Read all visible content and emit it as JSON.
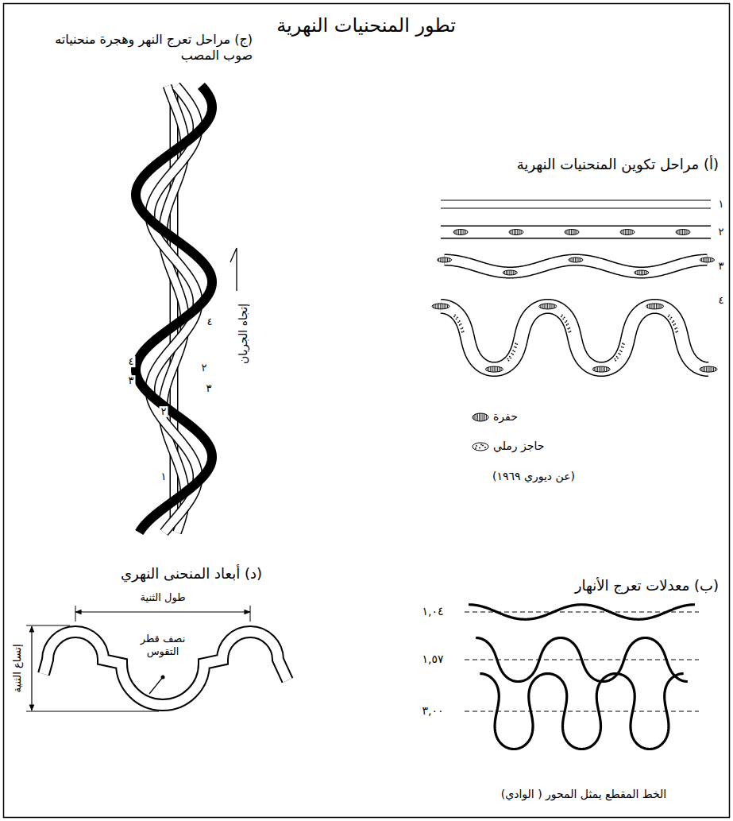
{
  "diagram": {
    "title": "تطور المنحنيات النهرية",
    "labels": [
      "(ج) مراحل تعرج النهر وهجرة منحنياته صوب المصب",
      "(أ) مراحل تكوين المنحنيات النهرية",
      "١",
      "٢",
      "٣",
      "٤",
      "٤",
      "٤",
      "٢",
      "٣",
      "٣",
      "٢",
      "١",
      "إتجاه الجريان",
      "(عن ديوري ١٩٦٩)",
      "(ب) معدلات تعرج الأنهار",
      "١,٠٤",
      "١,٥٧",
      "٣,٠٠",
      "(د) أبعاد المنحنى النهري",
      "طول الثنية",
      "نصف قطر التقوس",
      "إتساع الثنية",
      "الخط المقطع يمثل المحور ( الوادي)"
    ],
    "legend": [
      {
        "text": "حفرة"
      },
      {
        "text": "حاجز رملي"
      }
    ]
  }
}
